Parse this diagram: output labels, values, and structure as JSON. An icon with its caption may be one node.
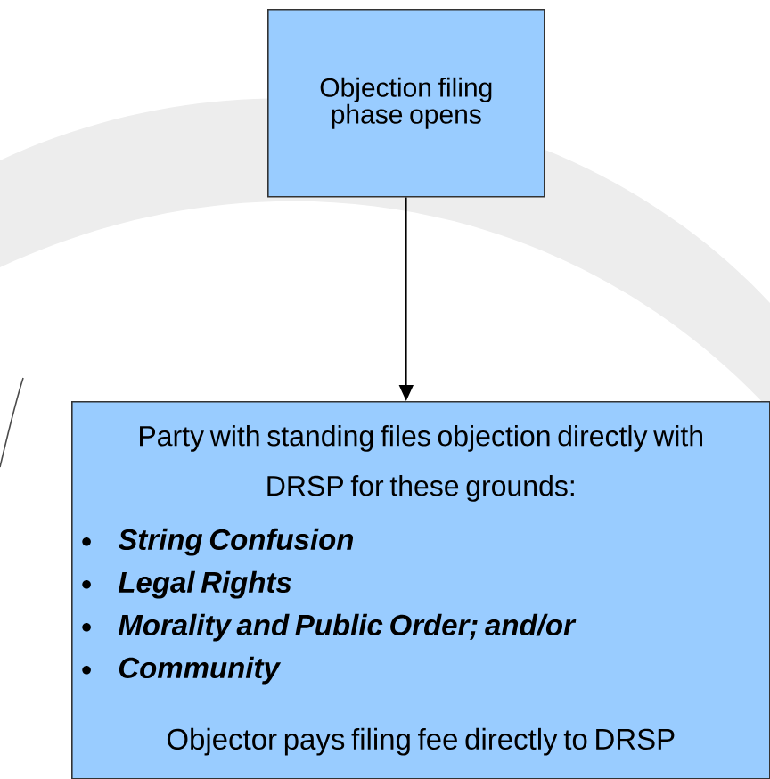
{
  "diagram": {
    "nodes": [
      {
        "text": [
          "Objection filing phase opens"
        ]
      },
      {
        "text": [
          "Party with standing files objection directly with DRSP for these grounds:",
          "String Confusion",
          "Legal Rights",
          "Morality and Public Order; and/or",
          "Community",
          "Objector pays filing fee directly to DRSP"
        ]
      }
    ],
    "edges": [
      {
        "from": 0,
        "to": 1,
        "arrow": "to"
      }
    ]
  }
}
